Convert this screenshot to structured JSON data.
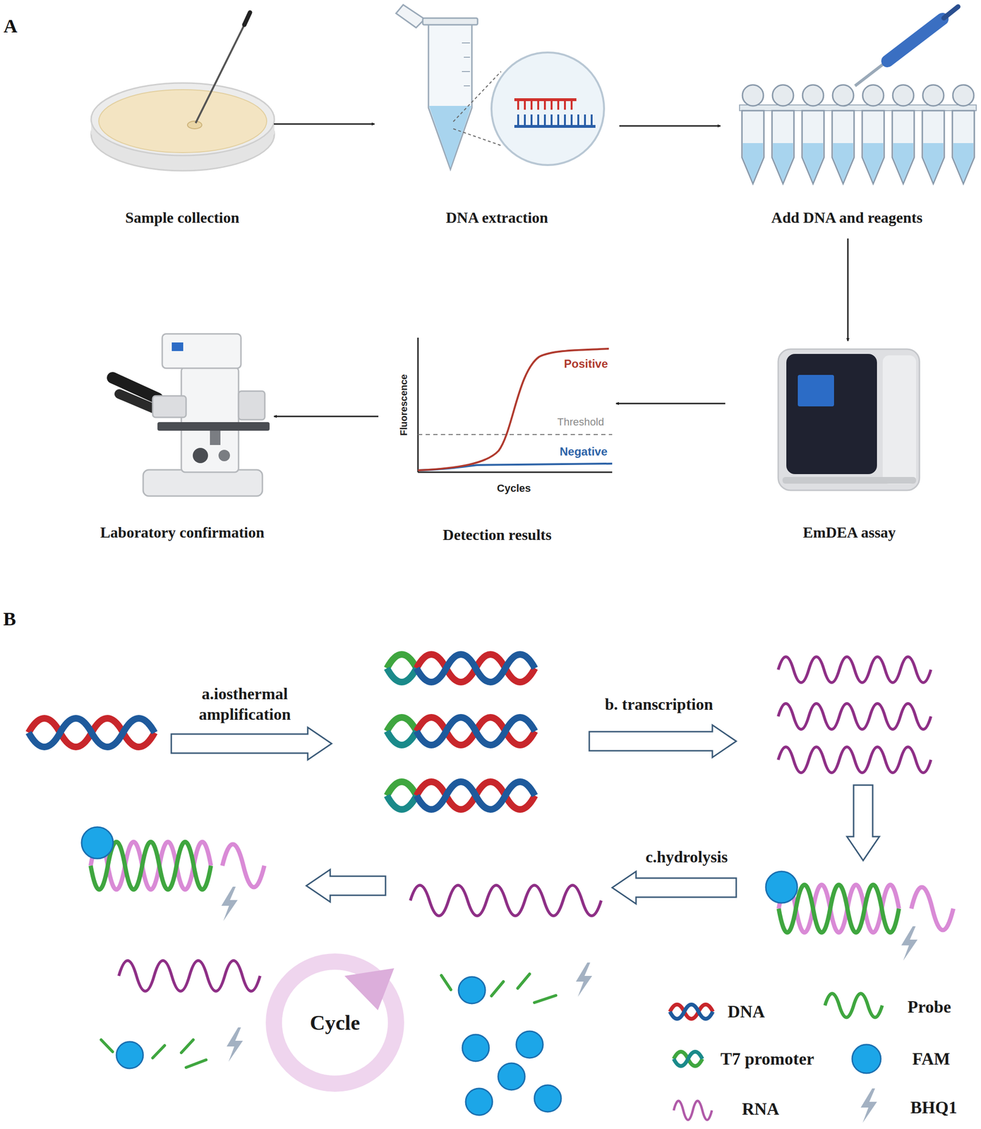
{
  "diagram": {
    "nodes": [
      {
        "text": [
          "Sample collection"
        ]
      },
      {
        "text": [
          "DNA extraction"
        ]
      },
      {
        "text": [
          "Add DNA and reagents"
        ]
      },
      {
        "text": [
          "EmDEA assay"
        ]
      },
      {
        "text": [
          "Detection results"
        ]
      },
      {
        "text": [
          "Laboratory confirmation"
        ]
      }
    ],
    "edges": [
      {
        "from": 0,
        "to": 1,
        "arrow": "to"
      },
      {
        "from": 1,
        "to": 2,
        "arrow": "to"
      },
      {
        "from": 2,
        "to": 3,
        "arrow": "to"
      },
      {
        "from": 3,
        "to": 4,
        "arrow": "to"
      },
      {
        "from": 4,
        "to": 5,
        "arrow": "to"
      }
    ],
    "labels": [
      "A",
      "B",
      "Positive",
      "Threshold",
      "Negative",
      "Fluorescence",
      "Cycles",
      "a.iosthermal amplification",
      "b. transcription",
      "c.hydrolysis",
      "Cycle"
    ],
    "legend": [
      {
        "text": "DNA"
      },
      {
        "text": "Probe"
      },
      {
        "text": "T7 promoter"
      },
      {
        "text": "FAM"
      },
      {
        "text": "RNA"
      },
      {
        "text": "BHQ1"
      }
    ]
  }
}
